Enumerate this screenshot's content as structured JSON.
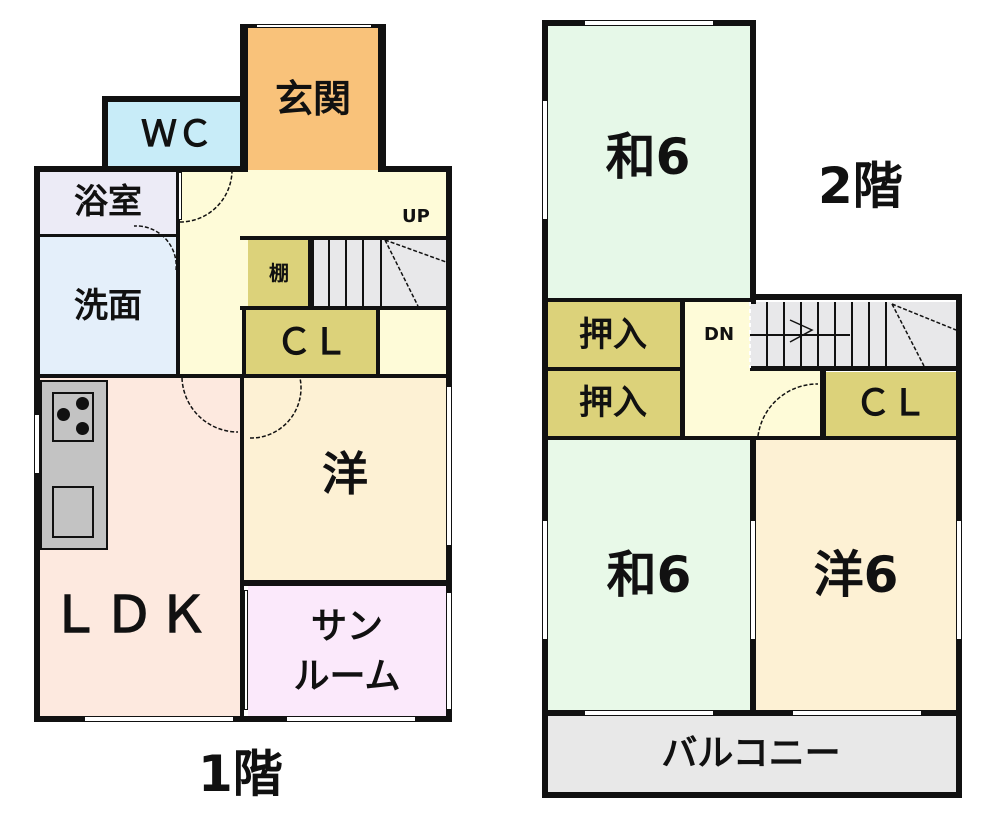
{
  "floors": [
    {
      "title": "1階",
      "rooms": {
        "genkan": {
          "label": "玄関",
          "color": "#f9c27a"
        },
        "wc": {
          "label": "ＷＣ",
          "color": "#c8ecf8"
        },
        "bath": {
          "label": "浴室",
          "color": "#ecebf6"
        },
        "washroom": {
          "label": "洗面",
          "color": "#e4effa"
        },
        "hall": {
          "label": "",
          "color": "#fefbd8"
        },
        "shelf": {
          "label": "棚",
          "color": "#dcd27a"
        },
        "closet": {
          "label": "ＣＬ",
          "color": "#dcd27a"
        },
        "stairs": {
          "label": "UP"
        },
        "western": {
          "label": "洋",
          "color": "#fdf1d4"
        },
        "ldk": {
          "label": "ＬＤＫ",
          "color": "#fde9df"
        },
        "sunroom": {
          "label_line1": "サン",
          "label_line2": "ルーム",
          "color": "#fbe9fb"
        },
        "kitchen": {
          "color": "#c3c3c3"
        }
      }
    },
    {
      "title": "2階",
      "rooms": {
        "washitsu_top": {
          "label": "和6",
          "color": "#e6f8e8"
        },
        "oshiire_1": {
          "label": "押入",
          "color": "#dcd27a"
        },
        "oshiire_2": {
          "label": "押入",
          "color": "#dcd27a"
        },
        "hall": {
          "label": "",
          "color": "#fefbd8"
        },
        "stairs": {
          "label": "DN"
        },
        "closet": {
          "label": "ＣＬ",
          "color": "#dcd27a"
        },
        "washitsu_bottom": {
          "label": "和6",
          "color": "#e8f9e8"
        },
        "western": {
          "label": "洋6",
          "color": "#fdf1d4"
        },
        "balcony": {
          "label": "バルコニー",
          "color": "#e8e8e8"
        }
      }
    }
  ],
  "colors": {
    "wall": "#111111",
    "stairs": "#e8e8ea"
  }
}
